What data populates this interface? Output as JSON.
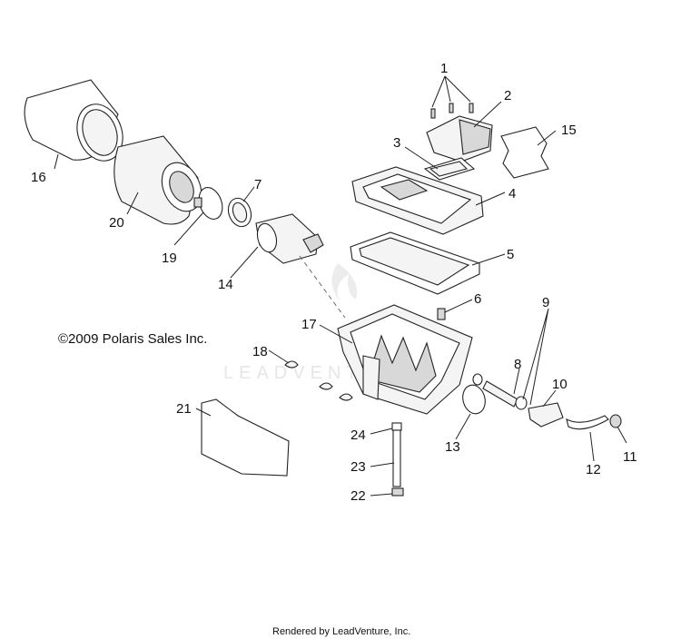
{
  "diagram": {
    "copyright": "©2009 Polaris Sales Inc.",
    "footer": "Rendered by LeadVenture, Inc.",
    "watermark": "LEADVENTURE",
    "callouts": [
      "1",
      "2",
      "3",
      "4",
      "5",
      "6",
      "7",
      "8",
      "9",
      "10",
      "11",
      "12",
      "13",
      "14",
      "15",
      "16",
      "17",
      "18",
      "19",
      "20",
      "21",
      "22",
      "23",
      "24"
    ]
  }
}
